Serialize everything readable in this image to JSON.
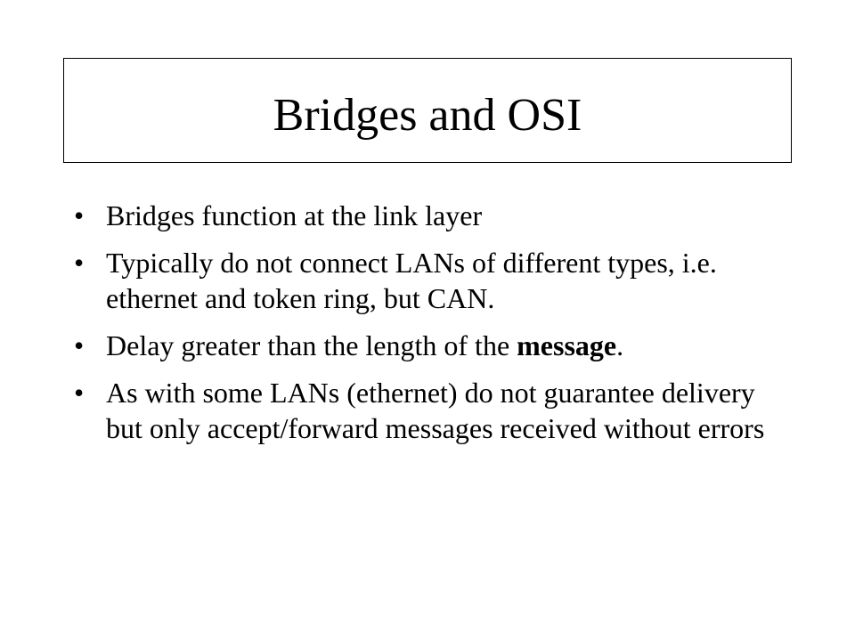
{
  "slide": {
    "title": "Bridges and OSI",
    "bullet_glyph": "•",
    "bullets": [
      {
        "text": "Bridges function at the link layer"
      },
      {
        "text": "Typically do not connect LANs of different types, i.e. ethernet and token ring, but CAN."
      },
      {
        "before": "Delay greater than the length of the ",
        "bold": "message",
        "after": "."
      },
      {
        "text": "As with some LANs (ethernet) do not guarantee delivery but only accept/forward messages received without errors"
      }
    ]
  }
}
